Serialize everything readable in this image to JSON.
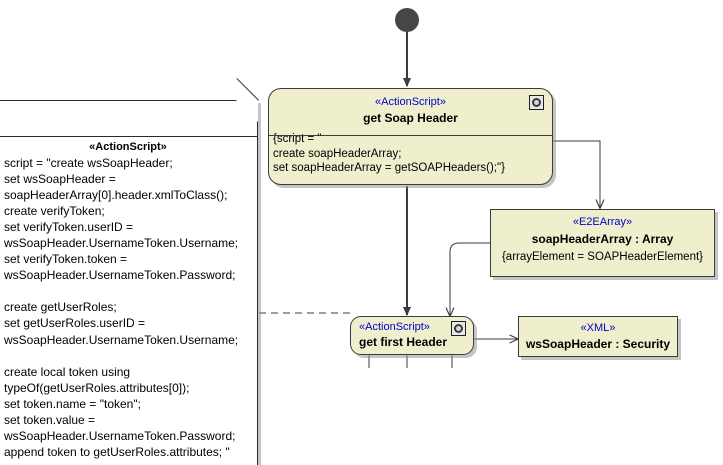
{
  "diagram": {
    "type": "uml-activity-diagram",
    "background": "#ffffff",
    "accent_stereotype_color": "#0000c8",
    "node_fill_color": "#efefce",
    "node_border_color": "#3b3b3b",
    "initial_node_color": "#464646"
  },
  "initial_node": {
    "label": "initial-node"
  },
  "nodes": {
    "get_soap_header": {
      "stereotype": "«ActionScript»",
      "title": "get Soap Header",
      "body": "{script = \"\ncreate soapHeaderArray;\nset soapHeaderArray = getSOAPHeaders();\"}",
      "icon": "script-icon"
    },
    "soap_header_array": {
      "stereotype": "«E2EArray»",
      "title": "soapHeaderArray : Array",
      "constraint": "{arrayElement = SOAPHeaderElement}"
    },
    "get_first_header": {
      "stereotype": "«ActionScript»",
      "title": "get first Header",
      "icon": "script-icon"
    },
    "ws_soap_header": {
      "stereotype": "«XML»",
      "title": "wsSoapHeader : Security"
    }
  },
  "note": {
    "stereotype": "«ActionScript»",
    "text": "script = \"create wsSoapHeader;\nset wsSoapHeader =\nsoapHeaderArray[0].header.xmlToClass();\ncreate verifyToken;\nset verifyToken.userID =\nwsSoapHeader.UsernameToken.Username;\nset verifyToken.token =\nwsSoapHeader.UsernameToken.Password;\n\ncreate getUserRoles;\nset getUserRoles.userID =\nwsSoapHeader.UsernameToken.Username;\n\ncreate local token using\ntypeOf(getUserRoles.attributes[0]);\nset token.name = \"token\";\nset token.value =\nwsSoapHeader.UsernameToken.Password;\nappend token to getUserRoles.attributes; \""
  },
  "edges": [
    {
      "name": "initial-to-get-soap-header",
      "kind": "control-flow"
    },
    {
      "name": "get-soap-header-to-soap-header-array",
      "kind": "object-flow"
    },
    {
      "name": "get-soap-header-to-get-first-header",
      "kind": "control-flow"
    },
    {
      "name": "soap-header-array-to-get-first-header",
      "kind": "object-flow"
    },
    {
      "name": "get-first-header-to-ws-soap-header",
      "kind": "object-flow"
    },
    {
      "name": "note-anchor-to-get-first-header",
      "kind": "note-anchor"
    },
    {
      "name": "get-first-header-outflow-1",
      "kind": "control-flow"
    },
    {
      "name": "get-first-header-outflow-2",
      "kind": "control-flow"
    },
    {
      "name": "get-first-header-outflow-3",
      "kind": "control-flow"
    }
  ]
}
